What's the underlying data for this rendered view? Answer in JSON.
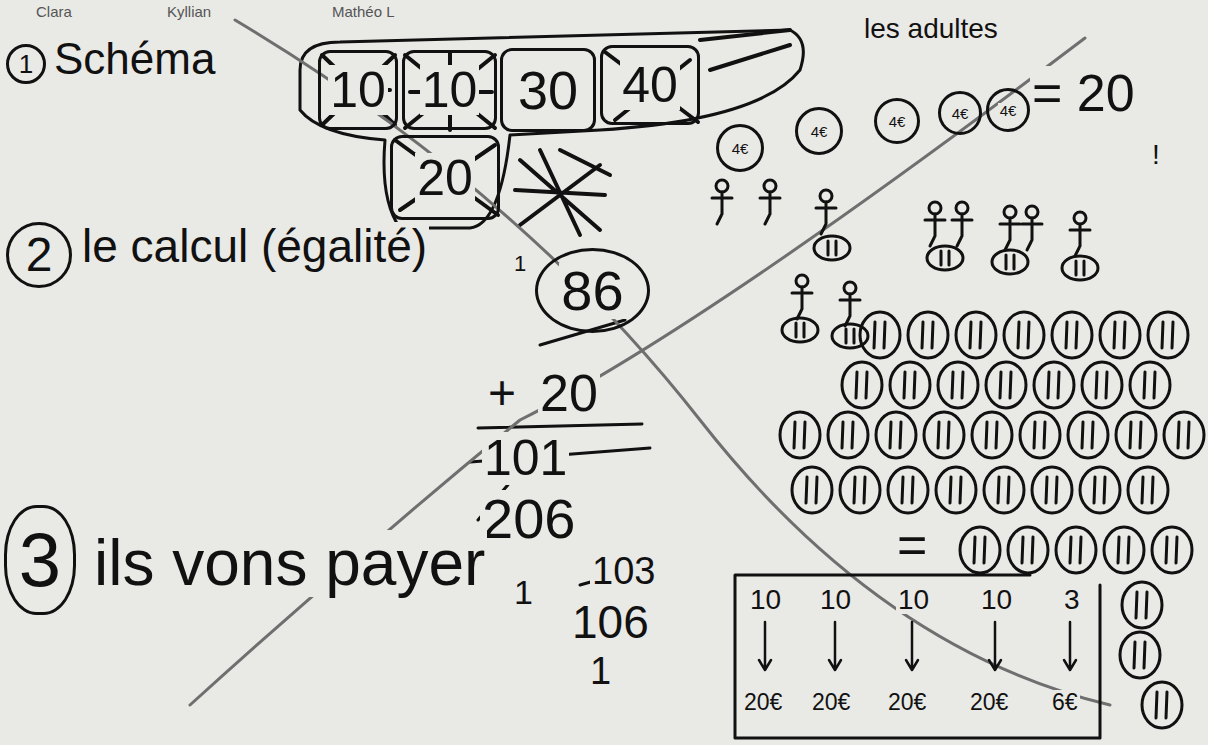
{
  "diagram": {
    "nodes": [
      {
        "text": [
          "1"
        ]
      },
      {
        "text": [
          "10"
        ]
      },
      {
        "text": [
          "10"
        ]
      },
      {
        "text": [
          "30"
        ]
      },
      {
        "text": [
          "40"
        ]
      },
      {
        "text": [
          "20"
        ]
      },
      {
        "text": [
          "4€"
        ]
      },
      {
        "text": [
          "4€"
        ]
      },
      {
        "text": [
          "4€"
        ]
      },
      {
        "text": [
          "4€"
        ]
      },
      {
        "text": [
          "4€"
        ]
      },
      {
        "text": [
          "2"
        ]
      },
      {
        "text": [
          "86"
        ]
      },
      {
        "text": [
          "3"
        ]
      }
    ],
    "labels": [
      "Clara",
      "Kyllian",
      "Mathéo L",
      "Schéma",
      "les adultes",
      "= 20",
      "!",
      "le calcul (égalité)",
      "1",
      "+",
      "20",
      "101",
      "206",
      "1",
      "ils vons payer",
      "103",
      "106",
      "1",
      "=",
      "10",
      "10",
      "10",
      "10",
      "3",
      "20€",
      "20€",
      "20€",
      "20€",
      "6€"
    ]
  }
}
